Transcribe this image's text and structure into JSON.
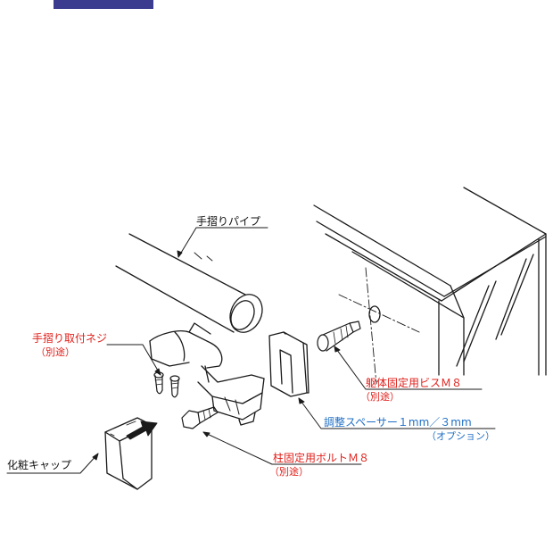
{
  "colors": {
    "tab": "#3b3b8f",
    "line": "#1a1a1a",
    "red": "#e0201b",
    "blue": "#1f6fc5",
    "black": "#111111",
    "arrow": "#1a1a1a"
  },
  "labels": {
    "pipe": "手摺りパイプ",
    "screw": "手摺り取付ネジ",
    "screw_sub": "（別途）",
    "body_bis": "躯体固定用ビスＭ８",
    "body_bis_sub": "（別途）",
    "spacer": "調整スペーサー１mm／３mm",
    "spacer_sub": "（オプション）",
    "post_bolt": "柱固定用ボルトＭ８",
    "post_bolt_sub": "（別途）",
    "cap": "化粧キャップ"
  }
}
